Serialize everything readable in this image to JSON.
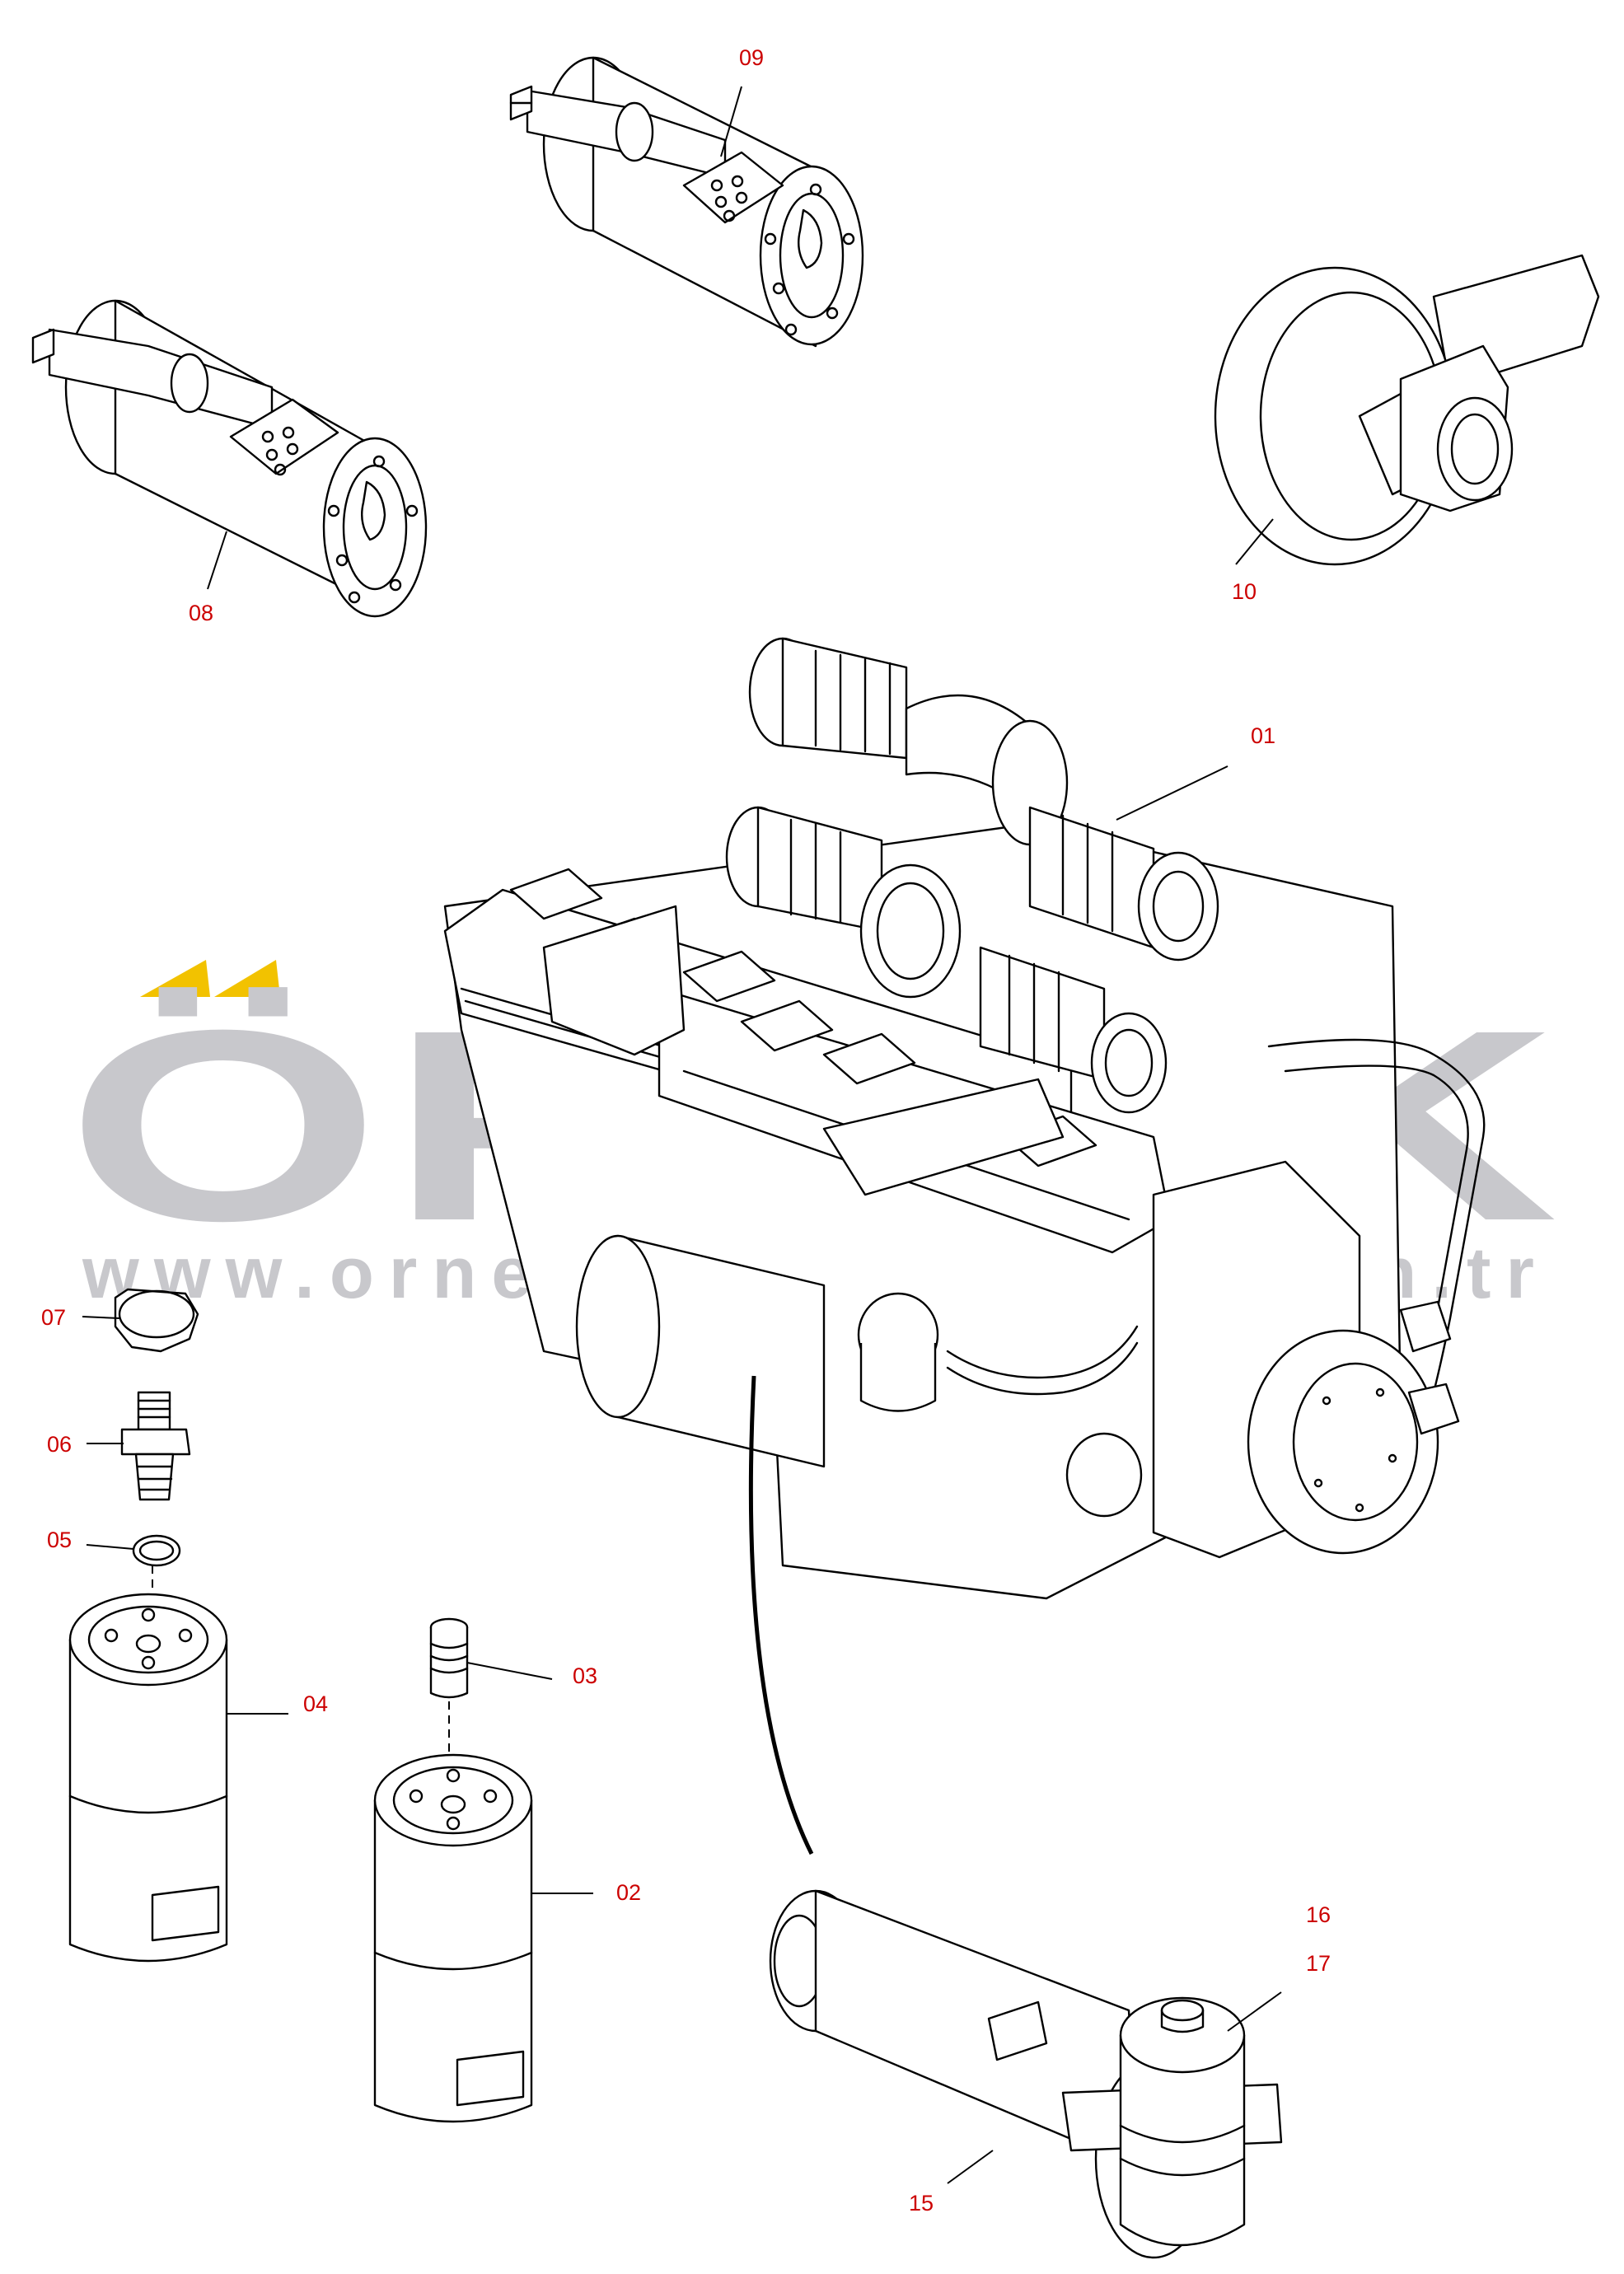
{
  "watermark": {
    "brand": "ÖRNEK",
    "url": "www.ornekismakinalari.com.tr",
    "color_text": "#c8c8cc",
    "color_accent": "#f2c200"
  },
  "colors": {
    "callout": "#cc0000",
    "line": "#000000",
    "background": "#ffffff"
  },
  "callouts": [
    {
      "id": "01",
      "text": "01"
    },
    {
      "id": "02",
      "text": "02"
    },
    {
      "id": "03",
      "text": "03"
    },
    {
      "id": "04",
      "text": "04"
    },
    {
      "id": "05",
      "text": "05"
    },
    {
      "id": "06",
      "text": "06"
    },
    {
      "id": "07",
      "text": "07"
    },
    {
      "id": "08",
      "text": "08"
    },
    {
      "id": "09",
      "text": "09"
    },
    {
      "id": "10",
      "text": "10"
    },
    {
      "id": "15",
      "text": "15"
    },
    {
      "id": "16",
      "text": "16"
    },
    {
      "id": "17",
      "text": "17"
    }
  ]
}
